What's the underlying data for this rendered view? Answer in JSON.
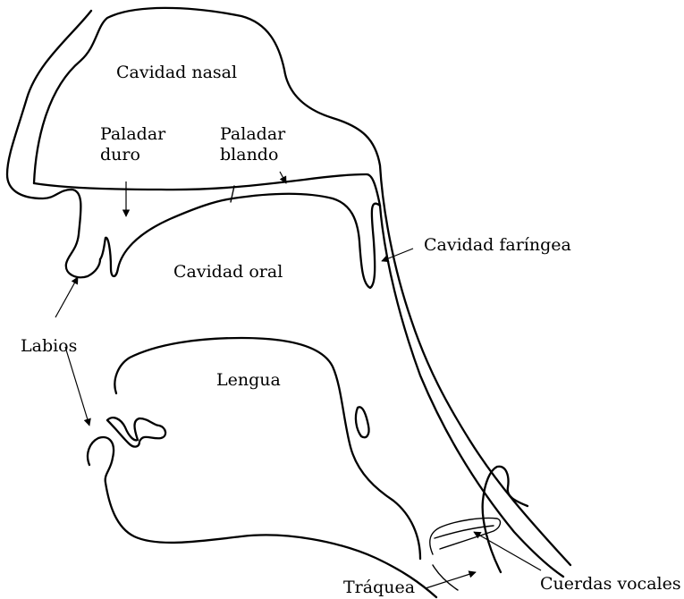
{
  "labels": {
    "nasal_cavity": "Cavidad nasal",
    "hard_palate": "Paladar\nduro",
    "soft_palate": "Paladar\nblando",
    "pharyngeal_cavity": "Cavidad faríngea",
    "oral_cavity": "Cavidad oral",
    "lips": "Labios",
    "tongue": "Lengua",
    "trachea": "Tráquea",
    "vocal_cords": "Cuerdas vocales"
  }
}
